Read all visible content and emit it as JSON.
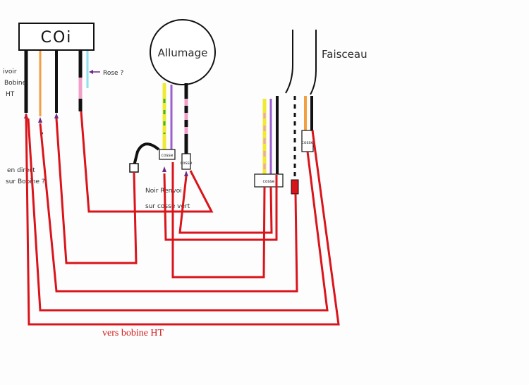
{
  "labels": {
    "coi": "COi",
    "allumage": "Allumage",
    "faisceau": "Faisceau",
    "ivoire_line1": "ivoir",
    "ivoire_line2": "Bobine",
    "ivoire_line3": "HT",
    "rose_q": "Rose ?",
    "q_mark": "?",
    "en_direct_line1": "en direct",
    "en_direct_line2": "sur Bobine ?",
    "noir_line1": "Noir Renvoi",
    "noir_line2": "sur cosse vert",
    "cosse_left": "cosse",
    "cosse_right": "cosse",
    "cosse_mid": "cosse",
    "cosse_faisceau": "cosse",
    "vers_bobine": "vers bobine HT"
  },
  "colors": {
    "red_wire": "#d9141b",
    "black_wire": "#111111",
    "orange_wire": "#f0a040",
    "cyan_wire": "#8fe0f0",
    "pink_wire": "#f0a0c8",
    "yellow_wire": "#f0ea30",
    "green_wire": "#40b040",
    "violet_wire": "#9a60d0",
    "arrow": "#6a2a80"
  }
}
